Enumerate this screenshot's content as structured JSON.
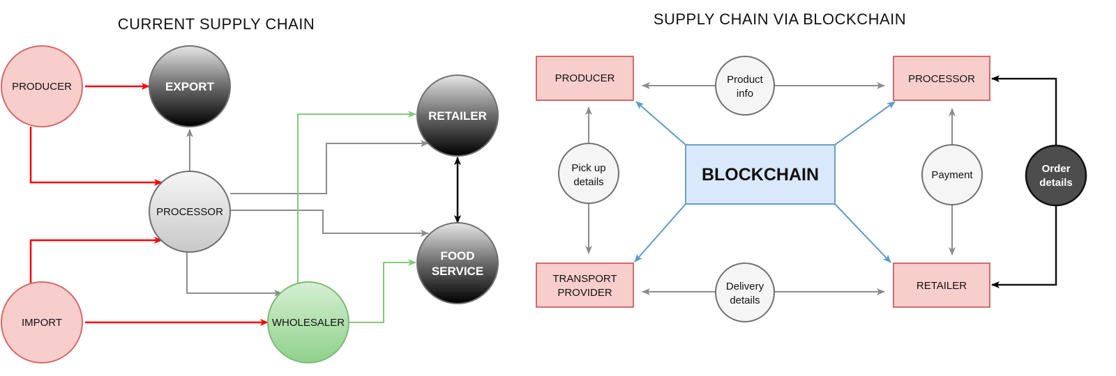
{
  "left_diagram": {
    "title": "CURRENT SUPPLY CHAIN",
    "nodes": {
      "producer": "PRODUCER",
      "export": "EXPORT",
      "processor": "PROCESSOR",
      "import": "IMPORT",
      "wholesaler": "WHOLESALER",
      "retailer": "RETAILER",
      "food_service_line1": "FOOD",
      "food_service_line2": "SERVICE"
    },
    "edges": [
      {
        "from": "PRODUCER",
        "to": "EXPORT",
        "color": "red"
      },
      {
        "from": "PRODUCER",
        "to": "PROCESSOR",
        "color": "red"
      },
      {
        "from": "IMPORT",
        "to": "PROCESSOR",
        "color": "red"
      },
      {
        "from": "IMPORT",
        "to": "WHOLESALER",
        "color": "red"
      },
      {
        "from": "PROCESSOR",
        "to": "EXPORT",
        "color": "gray"
      },
      {
        "from": "PROCESSOR",
        "to": "RETAILER",
        "color": "gray"
      },
      {
        "from": "PROCESSOR",
        "to": "FOOD SERVICE",
        "color": "gray"
      },
      {
        "from": "PROCESSOR",
        "to": "WHOLESALER",
        "color": "gray"
      },
      {
        "from": "WHOLESALER",
        "to": "RETAILER",
        "color": "green"
      },
      {
        "from": "WHOLESALER",
        "to": "FOOD SERVICE",
        "color": "green"
      },
      {
        "from": "RETAILER",
        "to": "FOOD SERVICE",
        "color": "black",
        "bidirectional": true
      }
    ]
  },
  "right_diagram": {
    "title": "SUPPLY CHAIN VIA BLOCKCHAIN",
    "center": "BLOCKCHAIN",
    "boxes": {
      "producer": "PRODUCER",
      "processor": "PROCESSOR",
      "transport_line1": "TRANSPORT",
      "transport_line2": "PROVIDER",
      "retailer": "RETAILER"
    },
    "info": {
      "product_info_line1": "Product",
      "product_info_line2": "info",
      "pickup_line1": "Pick up",
      "pickup_line2": "details",
      "payment": "Payment",
      "delivery_line1": "Delivery",
      "delivery_line2": "details",
      "order_line1": "Order",
      "order_line2": "details"
    }
  },
  "colors": {
    "red_edge": "#ff0000",
    "gray_edge": "#8c8c8c",
    "green_edge": "#82ca7c",
    "blue_edge": "#5b9bc8",
    "pink_fill": "#f8cecc",
    "pink_stroke": "#d46a6a",
    "blue_fill": "#dae8fc",
    "blue_stroke": "#6c9ec2",
    "dark_node": "#4d4d4d"
  }
}
